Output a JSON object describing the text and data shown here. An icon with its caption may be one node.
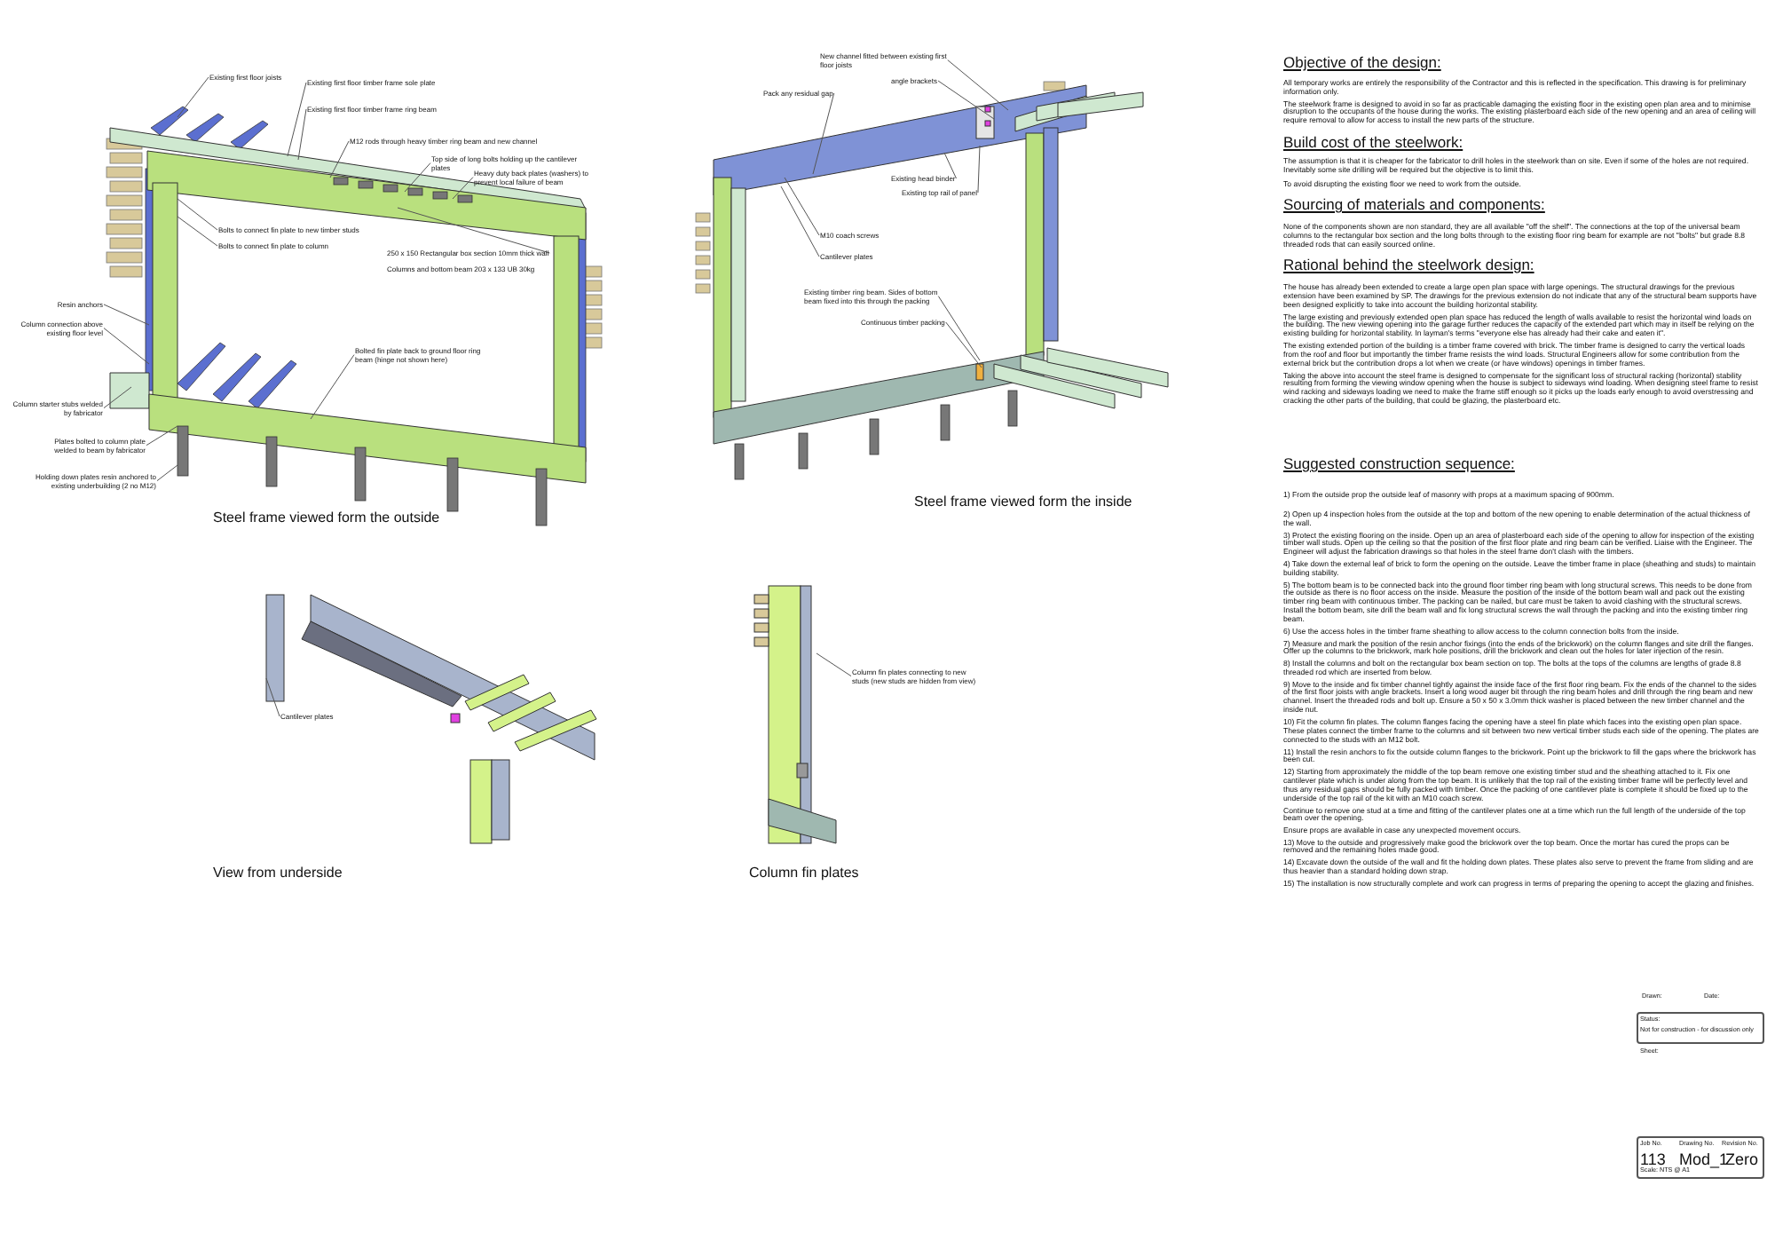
{
  "diagram": {
    "nodes": [
      {
        "text": [
          "Existing first floor joists"
        ]
      },
      {
        "text": [
          "Existing first floor timber frame sole plate"
        ]
      },
      {
        "text": [
          "Existing first floor timber frame ring beam"
        ]
      },
      {
        "text": [
          "M12 rods through heavy timber ring beam and new channel"
        ]
      },
      {
        "text": [
          "Top side of long bolts holding up the cantilever plates"
        ]
      },
      {
        "text": [
          "Heavy duty back plates (washers) to prevent local failure of beam"
        ]
      },
      {
        "text": [
          "Bolts to connect fin plate to new timber studs"
        ]
      },
      {
        "text": [
          "Bolts to connect fin plate to column"
        ]
      },
      {
        "text": [
          "250 x 150 Rectangular box section 10mm thick wall"
        ]
      },
      {
        "text": [
          "Resin anchors"
        ]
      },
      {
        "text": [
          "Column connection above existing floor level"
        ]
      },
      {
        "text": [
          "Column starter stubs welded by fabricator"
        ]
      },
      {
        "text": [
          "Plates bolted to column plate welded to beam by fabricator"
        ]
      },
      {
        "text": [
          "Holding down plates resin anchored to existing underbuilding (2 no M12)"
        ]
      },
      {
        "text": [
          "Bolted fin plate back to ground floor ring beam (hinge not shown here)"
        ]
      },
      {
        "text": [
          "New channel fitted between existing first floor joists"
        ]
      },
      {
        "text": [
          "angle brackets"
        ]
      },
      {
        "text": [
          "Pack any residual gap"
        ]
      },
      {
        "text": [
          "Existing head binder"
        ]
      },
      {
        "text": [
          "Existing top rail of panel"
        ]
      },
      {
        "text": [
          "M10 coach screws"
        ]
      },
      {
        "text": [
          "Cantilever plates"
        ]
      },
      {
        "text": [
          "Existing timber ring beam. Sides of bottom beam fixed into this through the packing"
        ]
      },
      {
        "text": [
          "Continuous timber packing"
        ]
      },
      {
        "text": [
          "Cantilever plates"
        ]
      },
      {
        "text": [
          "Column fin plates connecting to new studs (new studs are hidden from view)"
        ]
      }
    ],
    "edges": [
      {
        "from": 0,
        "to": null,
        "arrow": "none"
      },
      {
        "from": 1,
        "to": null,
        "arrow": "none"
      },
      {
        "from": 2,
        "to": null,
        "arrow": "none"
      },
      {
        "from": 3,
        "to": null,
        "arrow": "none"
      },
      {
        "from": 4,
        "to": null,
        "arrow": "none"
      },
      {
        "from": 5,
        "to": null,
        "arrow": "none"
      },
      {
        "from": 6,
        "to": null,
        "arrow": "none"
      },
      {
        "from": 7,
        "to": null,
        "arrow": "none"
      },
      {
        "from": 8,
        "to": null,
        "arrow": "none"
      },
      {
        "from": 9,
        "to": null,
        "arrow": "none"
      },
      {
        "from": 10,
        "to": null,
        "arrow": "none"
      },
      {
        "from": 11,
        "to": null,
        "arrow": "none"
      },
      {
        "from": 12,
        "to": null,
        "arrow": "none"
      },
      {
        "from": 13,
        "to": null,
        "arrow": "none"
      },
      {
        "from": 14,
        "to": null,
        "arrow": "none"
      },
      {
        "from": 15,
        "to": null,
        "arrow": "none"
      },
      {
        "from": 16,
        "to": null,
        "arrow": "none"
      },
      {
        "from": 17,
        "to": null,
        "arrow": "none"
      },
      {
        "from": 18,
        "to": null,
        "arrow": "none"
      },
      {
        "from": 19,
        "to": null,
        "arrow": "none"
      },
      {
        "from": 20,
        "to": null,
        "arrow": "none"
      },
      {
        "from": 21,
        "to": null,
        "arrow": "none"
      },
      {
        "from": 22,
        "to": null,
        "arrow": "none"
      },
      {
        "from": 23,
        "to": null,
        "arrow": "none"
      },
      {
        "from": 24,
        "to": null,
        "arrow": "none"
      },
      {
        "from": 25,
        "to": null,
        "arrow": "none"
      }
    ],
    "labels": [
      "Columns and bottom beam 203 x 133 UB 30kg",
      "Steel frame viewed form the outside",
      "Steel frame viewed form the inside",
      "View from underside",
      "Column fin plates",
      "Objective of the design:",
      "All temporary works are entirely the responsibility of the Contractor and this is reflected in the specification. This drawing is for preliminary information only.",
      "The steelwork frame is designed to avoid in so far as practicable damaging the existing floor in the existing open plan area and to minimise disruption to the occupants of the house during the works. The existing plasterboard each side of the new opening and an area of ceiling will require removal to allow for access to install the new parts of the structure.",
      "Build cost of the steelwork:",
      "The assumption is that it is cheaper for the fabricator to drill holes in the steelwork than on site. Even if some of the holes are not required. Inevitably some site drilling will be required but the objective is to limit this.",
      "To avoid disrupting the existing floor we need to work from the outside.",
      "Sourcing of materials and components:",
      "None of the components shown are non standard, they are all available \"off the shelf\". The connections at the top of the universal beam columns to the rectangular box section and the long bolts through to the existing floor ring beam for example are not \"bolts\" but grade 8.8 threaded rods that can easily sourced online.",
      "Rational behind the steelwork design:",
      "The house has already been extended to create a large open plan space with large openings. The structural drawings for the previous extension have been examined by SP. The drawings for the previous extension do not indicate that any of the structural beam supports have been designed explicitly to take into account the building horizontal stability.",
      "The large existing and previously extended open plan space has reduced the length of walls available to resist the horizontal wind loads on the building. The new viewing opening into the garage further reduces the capacity of the extended part which may in itself be relying on the existing building for horizontal stability. In layman's terms \"everyone else has already had their cake and eaten it\".",
      "The existing extended portion of the building is a timber frame covered with brick. The timber frame is designed to carry the vertical loads from the roof and floor but importantly the timber frame resists the wind loads. Structural Engineers allow for some contribution from the external brick but the contribution drops a lot when we create (or have windows) openings in timber frames.",
      "Taking the above into account the steel frame is designed to compensate for the significant loss of structural racking (horizontal) stability resulting from forming the viewing window opening when the house is subject to sideways wind loading. When designing steel frame to resist wind racking and sideways loading we need to make the frame stiff enough so it picks up the loads early enough to avoid overstressing and cracking the other parts of the building, that could be glazing, the plasterboard etc.",
      "Suggested construction sequence:",
      "1) From the outside prop the outside leaf of masonry with props at a maximum spacing of 900mm.",
      "2) Open up 4 inspection holes from the outside at the top and bottom of the new opening to enable determination of the actual thickness of the wall.",
      "3) Protect the existing flooring on the inside. Open up an area of plasterboard each side of the opening to allow for inspection of the existing timber wall studs. Open up the ceiling so that the position of the first floor plate and ring beam can be verified. Liaise with the Engineer. The Engineer will adjust the fabrication drawings so that holes in the steel frame don't clash with the timbers.",
      "4) Take down the external leaf of brick to form the opening on the outside. Leave the timber frame in place (sheathing and studs) to maintain building stability.",
      "5) The bottom beam is to be connected back into the ground floor timber ring beam with long structural screws. This needs to be done from the outside as there is no floor access on the inside. Measure the position of the inside of the bottom beam wall and pack out the existing timber ring beam with continuous timber. The packing can be nailed, but care must be taken to avoid clashing with the structural screws. Install the bottom beam, site drill the beam wall and fix long structural screws the wall through the packing and into the existing timber ring beam.",
      "6) Use the access holes in the timber frame sheathing to allow access to the column connection bolts from the inside.",
      "7) Measure and mark the position of the resin anchor fixings (into the ends of the brickwork) on the column flanges and site drill the flanges. Offer up the columns to the brickwork, mark hole positions, drill the brickwork and clean out the holes for later injection of the resin.",
      "8) Install the columns and bolt on the rectangular box beam section on top. The bolts at the tops of the columns are lengths of grade 8.8 threaded rod which are inserted from below.",
      "9) Move to the inside and fix timber channel tightly against the inside face of the first floor ring beam. Fix the ends of the channel to the sides of the first floor joists with angle brackets. Insert a long wood auger bit through the ring beam holes and drill through the ring beam and new channel. Insert the threaded rods and bolt up. Ensure a 50 x 50 x 3.0mm thick washer is placed between the new timber channel and the inside nut.",
      "10) Fit the column fin plates. The column flanges facing the opening have a steel fin plate which faces into the existing open plan space. These plates connect the timber frame to the columns and sit between two new vertical timber studs each side of the opening. The plates are connected to the studs with an M12 bolt.",
      "11) Install the resin anchors to fix the outside column flanges to the brickwork. Point up the brickwork to fill the gaps where the brickwork has been cut.",
      "12) Starting from approximately the middle of the top beam remove one existing timber stud and the sheathing attached to it. Fix one cantilever plate which is under along from the top beam. It is unlikely that the top rail of the existing timber frame will be perfectly level and thus any residual gaps should be fully packed with timber. Once the packing of one cantilever plate is complete it should be fixed up to the underside of the top rail of the kit with an M10 coach screw.",
      "Continue to remove one stud at a time and fitting of the cantilever plates one at a time which run the full length of the underside of the top beam over the opening.",
      "Ensure props are available in case any unexpected movement occurs.",
      "13) Move to the outside and progressively make good the brickwork over the top beam. Once the mortar has cured the props can be removed and the remaining holes made good.",
      "14) Excavate down the outside of the wall and fit the holding down plates. These plates also serve to prevent the frame from sliding and are thus heavier than a standard holding down strap.",
      "15) The installation is now structurally complete and work can progress in terms of preparing the opening to accept the glazing and finishes.",
      "Drawn:",
      "Date:",
      "Status:",
      "Not for construction - for discussion only",
      "Sheet:",
      "Job No.",
      "113",
      "Drawing No.",
      "Mod_1",
      "Revision No.",
      "Zero",
      "Scale: NTS @ A1"
    ]
  }
}
